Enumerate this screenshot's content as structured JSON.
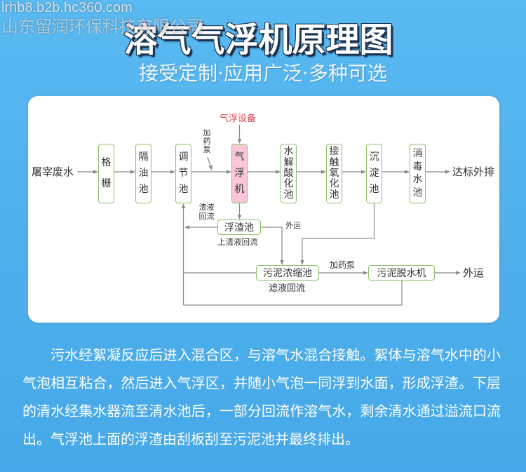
{
  "watermark": {
    "site": "lrhb8.b2b.hc360.com",
    "company": "山东留润环保科技有限公司"
  },
  "title": "溶气气浮机原理图",
  "subtitle": "接受定制·应用广泛·多种可选",
  "diagram": {
    "input": "屠宰废水",
    "output": "达标外排",
    "main_flow": [
      {
        "label": "格栅"
      },
      {
        "label": "隔油池"
      },
      {
        "label": "调节池"
      },
      {
        "label": "气浮机",
        "highlighted": true
      },
      {
        "label": "水解酸化池"
      },
      {
        "label": "接触氧化池"
      },
      {
        "label": "沉淀池"
      },
      {
        "label": "消毒水池"
      }
    ],
    "dosing_pump_label": "加药泵",
    "equipment_label": "气浮设备",
    "scum_tank": "浮渣池",
    "scum_return_label": "渣液回流",
    "supernatant_return_label": "上清液回流",
    "sludge_haul_label": "外运",
    "sludge_thickener": "污泥浓缩池",
    "sludge_dosing_label": "加药泵",
    "sludge_dewatering": "污泥脱水机",
    "dewatered_sludge_output": "外运",
    "filtrate_return_label": "滤液回流"
  },
  "description": "污水经絮凝反应后进入混合区，与溶气水混合接触。絮体与溶气水中的小气泡相互粘合，然后进入气浮区，并随小气泡一同浮到水面，形成浮渣。下层的清水经集水器流至清水池后，一部分回流作溶气水，剩余清水通过溢流口流出。气浮池上面的浮渣由刮板刮至污泥池并最终排出。",
  "colors": {
    "background_top": "#59b9f1",
    "background_bottom": "#46a8e8",
    "box_border": "#8dc26a",
    "highlight_fill": "#f8c7d7",
    "accent_red": "#d8434a",
    "connector": "#8a8a8a"
  }
}
